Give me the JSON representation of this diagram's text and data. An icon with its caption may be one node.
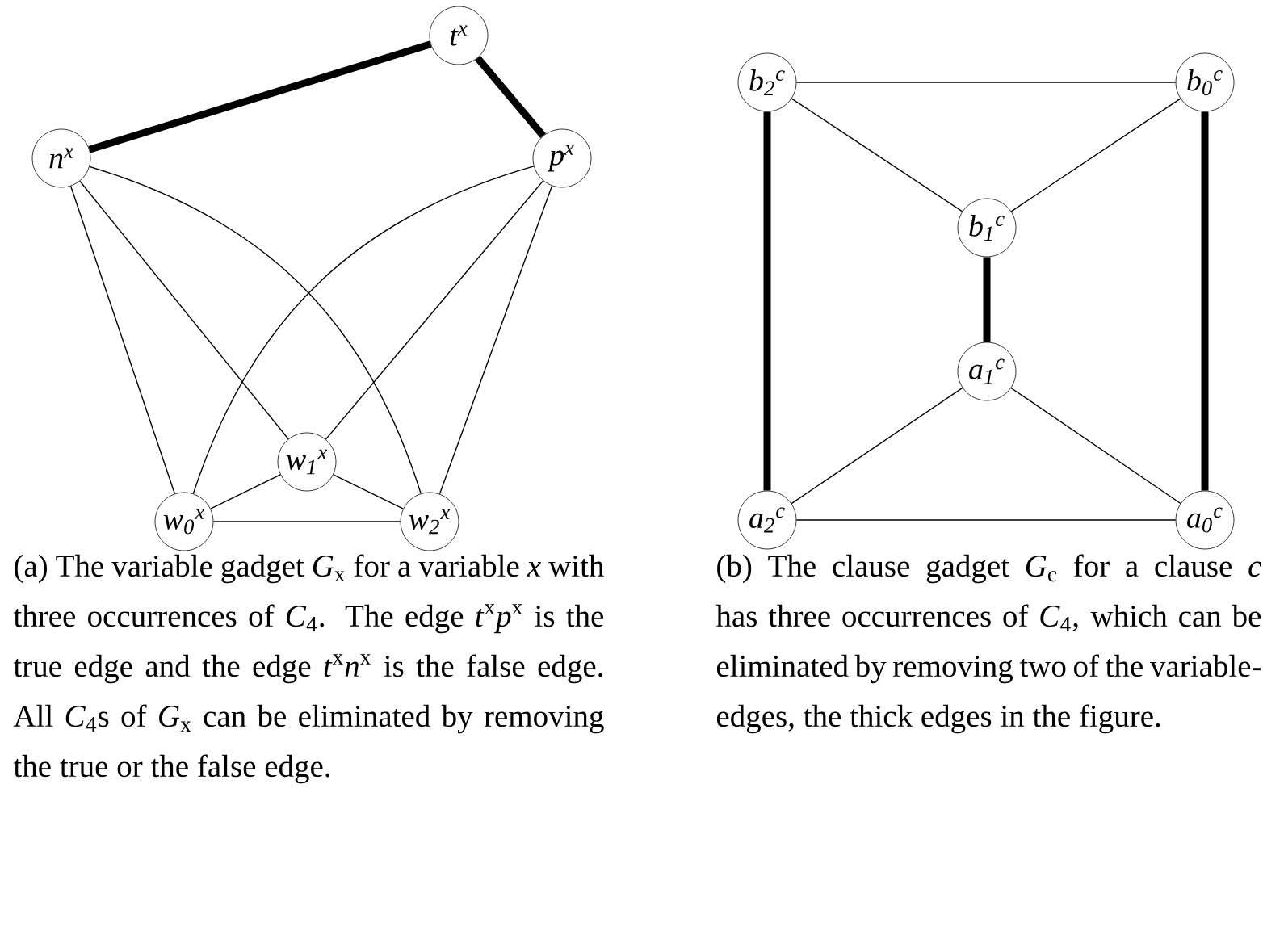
{
  "diagram": {
    "nodes": [
      {
        "text": [
          "t$^{x}$"
        ]
      },
      {
        "text": [
          "n$^{x}$"
        ]
      },
      {
        "text": [
          "p$^{x}$"
        ]
      },
      {
        "text": [
          "w$_{1}$$^{x}$"
        ]
      },
      {
        "text": [
          "w$_{0}$$^{x}$"
        ]
      },
      {
        "text": [
          "w$_{2}$$^{x}$"
        ]
      },
      {
        "text": [
          "b$_{2}$$^{c}$"
        ]
      },
      {
        "text": [
          "b$_{0}$$^{c}$"
        ]
      },
      {
        "text": [
          "b$_{1}$$^{c}$"
        ]
      },
      {
        "text": [
          "a$_{1}$$^{c}$"
        ]
      },
      {
        "text": [
          "a$_{2}$$^{c}$"
        ]
      },
      {
        "text": [
          "a$_{0}$$^{c}$"
        ]
      }
    ],
    "edges": [
      {
        "from": 0,
        "to": 1,
        "arrow": "none",
        "style": "thick"
      },
      {
        "from": 0,
        "to": 2,
        "arrow": "none",
        "style": "thick"
      },
      {
        "from": 1,
        "to": 4,
        "arrow": "none"
      },
      {
        "from": 1,
        "to": 3,
        "arrow": "none"
      },
      {
        "from": 1,
        "to": 5,
        "arrow": "none"
      },
      {
        "from": 2,
        "to": 4,
        "arrow": "none"
      },
      {
        "from": 2,
        "to": 3,
        "arrow": "none"
      },
      {
        "from": 2,
        "to": 5,
        "arrow": "none"
      },
      {
        "from": 4,
        "to": 3,
        "arrow": "none"
      },
      {
        "from": 3,
        "to": 5,
        "arrow": "none"
      },
      {
        "from": 4,
        "to": 5,
        "arrow": "none"
      },
      {
        "from": 6,
        "to": 7,
        "arrow": "none"
      },
      {
        "from": 6,
        "to": 8,
        "arrow": "none"
      },
      {
        "from": 7,
        "to": 8,
        "arrow": "none"
      },
      {
        "from": 8,
        "to": 9,
        "arrow": "none",
        "style": "thick"
      },
      {
        "from": 9,
        "to": 10,
        "arrow": "none"
      },
      {
        "from": 9,
        "to": 11,
        "arrow": "none"
      },
      {
        "from": 10,
        "to": 11,
        "arrow": "none"
      },
      {
        "from": 6,
        "to": 10,
        "arrow": "none",
        "style": "thick"
      },
      {
        "from": 7,
        "to": 11,
        "arrow": "none",
        "style": "thick"
      }
    ],
    "labels": [
      "(a) The variable gadget *G*$_{x}$ for a variable *x* with three occurrences of *C*$_{4}$. The edge *t*$^{x}$*p*$^{x}$ is the true edge and the edge *t*$^{x}$*n*$^{x}$ is the false edge. All *C*$_{4}$s of *G*$_{x}$ can be eliminated by removing the true or the false edge.",
      "(b) The clause gadget *G*$_{c}$ for a clause *c* has three occurrences of *C*$_{4}$, which can be eliminated by removing two of the variable-edges, the thick edges in the figure."
    ]
  }
}
